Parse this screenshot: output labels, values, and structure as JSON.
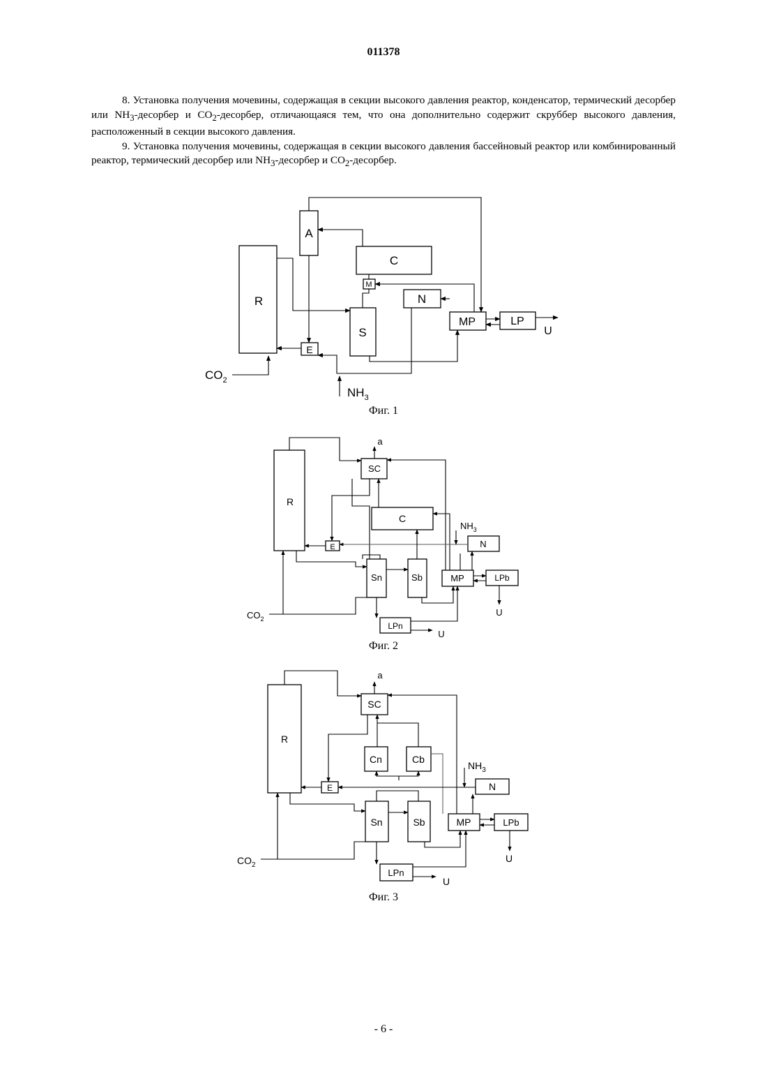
{
  "header": {
    "doc_number": "011378"
  },
  "claims": {
    "claim8": {
      "text_a": "8. Установка получения мочевины, содержащая в секции высокого давления реактор, конденсатор, термический десорбер или NH",
      "sub_a": "3",
      "text_b": "-десорбер и CO",
      "sub_b": "2",
      "text_c": "-десорбер, отличающаяся тем, что она дополнительно содержит скруббер высокого давления, расположенный в секции высокого давления."
    },
    "claim9": {
      "text_a": "9. Установка получения мочевины, содержащая в секции высокого давления бассейновый реактор или комбинированный реактор, термический десорбер или NH",
      "sub_a": "3",
      "text_b": "-десорбер и CO",
      "sub_b": "2",
      "text_c": "-десорбер."
    }
  },
  "fig1": {
    "caption": "Фиг. 1",
    "labels": {
      "A": "A",
      "C": "C",
      "R": "R",
      "M": "M",
      "N": "N",
      "S": "S",
      "E": "E",
      "MP": "MP",
      "LP": "LP",
      "U": "U",
      "co2": "CO",
      "co2_sub": "2",
      "nh3": "NH",
      "nh3_sub": "3"
    }
  },
  "fig2": {
    "caption": "Фиг. 2",
    "labels": {
      "a": "a",
      "SC": "SC",
      "R": "R",
      "C": "C",
      "E": "E",
      "N": "N",
      "Sn": "Sn",
      "Sb": "Sb",
      "MP": "MP",
      "LPb": "LPb",
      "LPn": "LPn",
      "U1": "U",
      "U2": "U",
      "co2": "CO",
      "co2_sub": "2",
      "nh3": "NH",
      "nh3_sub": "3"
    }
  },
  "fig3": {
    "caption": "Фиг. 3",
    "labels": {
      "a": "a",
      "SC": "SC",
      "R": "R",
      "Cn": "Cn",
      "Cb": "Cb",
      "E": "E",
      "N": "N",
      "Sn": "Sn",
      "Sb": "Sb",
      "MP": "MP",
      "LPb": "LPb",
      "LPn": "LPn",
      "U1": "U",
      "U2": "U",
      "co2": "CO",
      "co2_sub": "2",
      "nh3": "NH",
      "nh3_sub": "3"
    }
  },
  "footer": {
    "page_number": "- 6 -"
  }
}
